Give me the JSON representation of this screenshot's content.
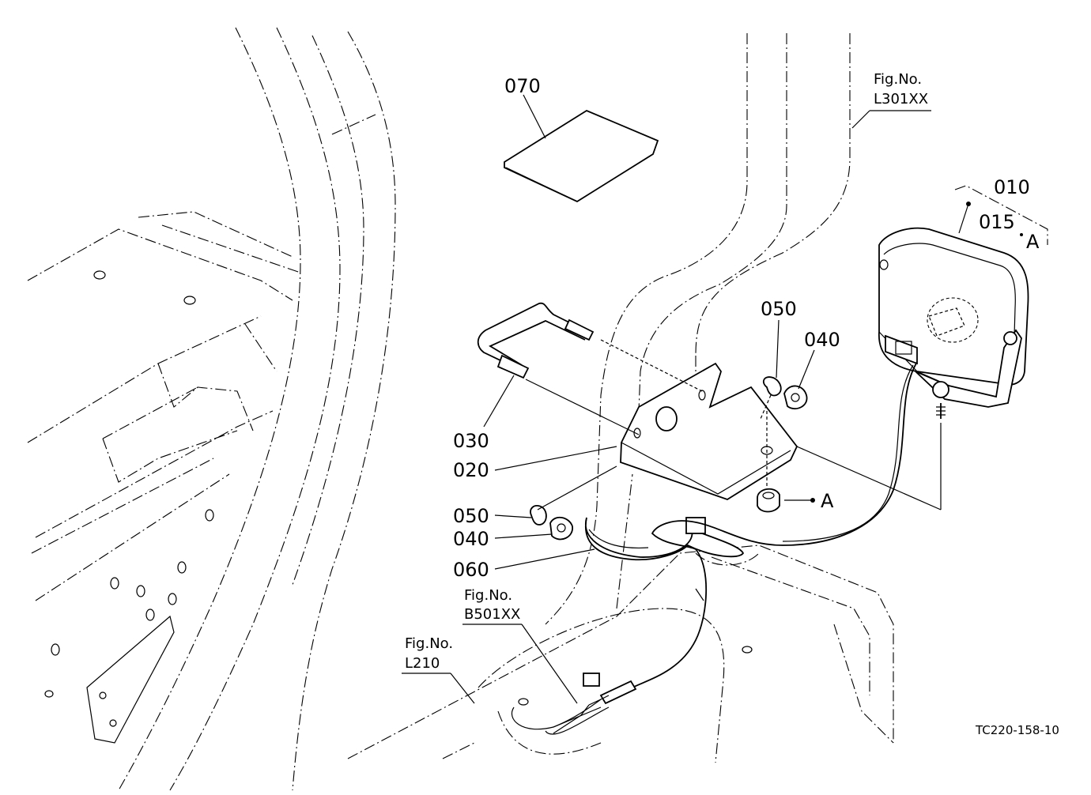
{
  "labels": {
    "p010": "010",
    "p015": "015",
    "a_top": "A",
    "p020": "020",
    "p030": "030",
    "p040_upper": "040",
    "p040_lower": "040",
    "p050_upper": "050",
    "p050_lower": "050",
    "p060": "060",
    "p070": "070",
    "a_nut": "A"
  },
  "refs": {
    "l301_title": "Fig.No.",
    "l301_code": "L301XX",
    "b501_title": "Fig.No.",
    "b501_code": "B501XX",
    "l210_title": "Fig.No.",
    "l210_code": "L210"
  },
  "drawing_code": "TC220-158-10"
}
